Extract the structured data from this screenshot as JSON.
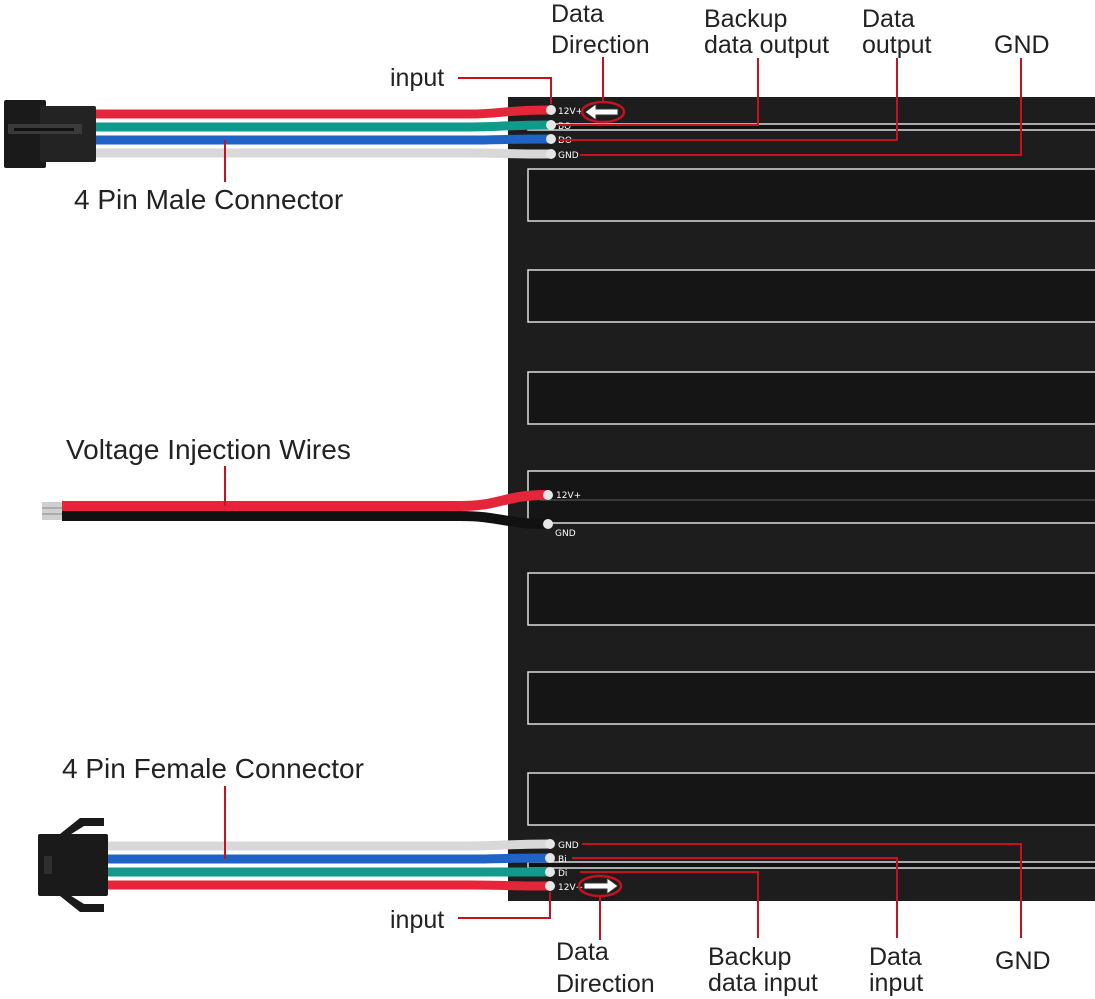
{
  "colors": {
    "wire_red": "#e5263a",
    "wire_green": "#119a8c",
    "wire_blue": "#1f63c6",
    "wire_white": "#d8d8d8",
    "wire_black": "#111111",
    "leader_red": "#c4121f",
    "strip_body": "#1d1d1d"
  },
  "top": {
    "input_label": "input",
    "data_direction": [
      "Data",
      "Direction"
    ],
    "backup_output": [
      "Backup",
      "data output"
    ],
    "data_output": [
      "Data",
      "output"
    ],
    "gnd": "GND",
    "connector_label": "4 Pin Male Connector",
    "pins": [
      "12V+",
      "BO",
      "DO",
      "GND"
    ]
  },
  "middle": {
    "label": "Voltage Injection Wires",
    "pins": [
      "12V+",
      "GND"
    ]
  },
  "bottom": {
    "connector_label": "4 Pin Female Connector",
    "input_label": "input",
    "data_direction": [
      "Data",
      "Direction"
    ],
    "backup_input": [
      "Backup",
      "data input"
    ],
    "data_input": [
      "Data",
      "input"
    ],
    "gnd": "GND",
    "pins": [
      "GND",
      "Bi",
      "Di",
      "12V+"
    ]
  },
  "icons": {
    "direction_arrow_top": "left-arrow-icon",
    "direction_arrow_bottom": "right-arrow-icon"
  }
}
